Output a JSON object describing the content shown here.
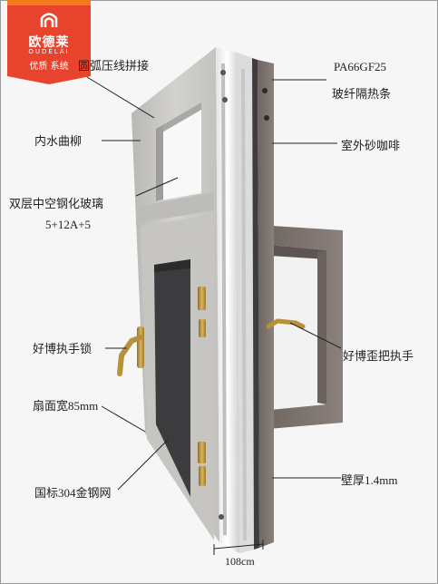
{
  "logo": {
    "brand_cn": "欧德莱",
    "brand_en": "OUDELAI",
    "slogan": "优质 系统",
    "colors": {
      "primary": "#e8432c",
      "ribbon": "#f07a1c"
    }
  },
  "labels": {
    "arc_bead": "圆弧压线拼接",
    "inner_mullion": "内水曲柳",
    "glass_line1": "双层中空钢化玻璃",
    "glass_line2": "5+12A+5",
    "handle_lock": "好博执手锁",
    "sash_width": "扇面宽85mm",
    "steel_mesh": "国标304金钢网",
    "thermal_strip_line1": "PA66GF25",
    "thermal_strip_line2": "玻纤隔热条",
    "outer_color": "室外砂咖啡",
    "crank_handle": "好博歪把执手",
    "wall_thickness": "壁厚1.4mm",
    "depth": "108cm"
  },
  "colors": {
    "inner_wood": "#c9c8c4",
    "outer_bronze": "#7b716d",
    "screen_mesh": "#3a3a3c",
    "hardware_gold": "#b8923a"
  }
}
